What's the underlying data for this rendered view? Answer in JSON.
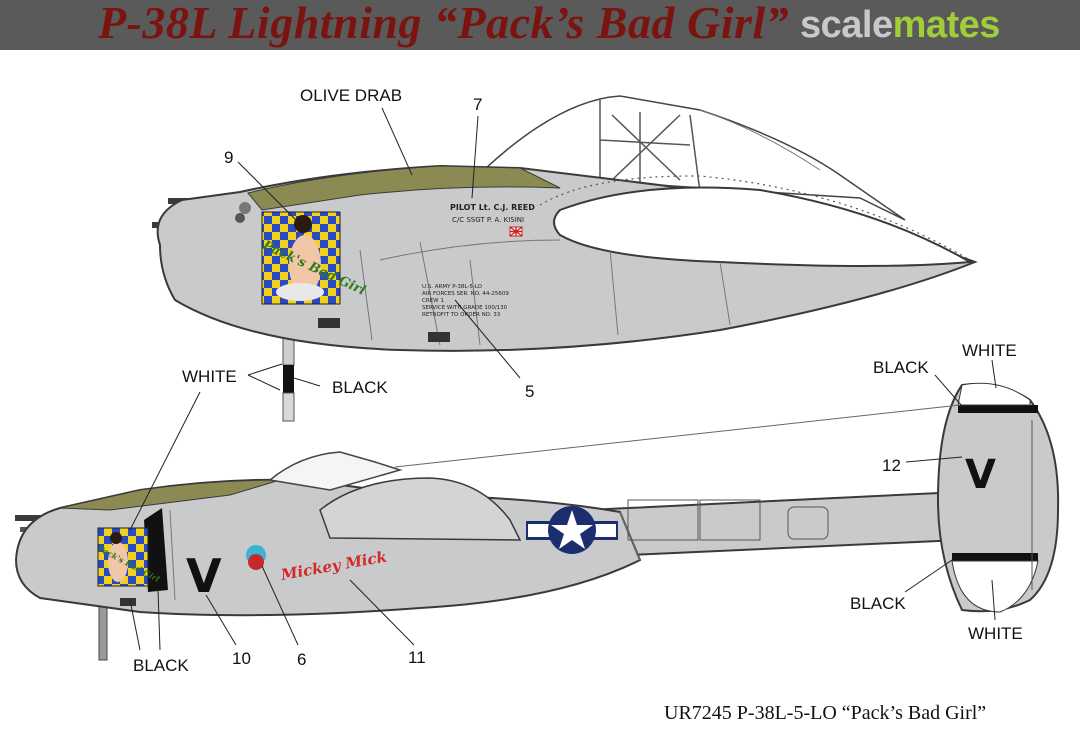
{
  "header": {
    "title": "P-38L  Lightning  “Pack’s Bad Girl”",
    "watermark_part1": "scale",
    "watermark_part2": "mates"
  },
  "callouts": {
    "olive_drab": "OLIVE DRAB",
    "n7": "7",
    "n9": "9",
    "n5": "5",
    "white_gear": "WHITE",
    "black_gear": "BLACK",
    "black_tail_top": "BLACK",
    "white_tail_top": "WHITE",
    "n12": "12",
    "black_tail_bottom": "BLACK",
    "white_tail_bottom": "WHITE",
    "black_nose": "BLACK",
    "n10": "10",
    "n6": "6",
    "n11": "11"
  },
  "markings": {
    "pilot_line": "PILOT Lt. C.J. REED",
    "crew_chief_line": "C/C SSGT P. A. KISINI",
    "stencil_lines": [
      "U.S. ARMY P-38L-5-LO",
      "AIR FORCES SER. NO. 44-25609",
      "CREW 1",
      "SERVICE WITH GRADE 100/130",
      "RETROFIT  TO  ORDER  NO. 33"
    ],
    "nose_art_text": "Pack's Bad Girl",
    "fuselage_letter": "V",
    "tail_letter": "V",
    "mickey_text": "Mickey Mick"
  },
  "caption": "UR7245 P-38L-5-LO “Pack’s Bad Girl”"
}
